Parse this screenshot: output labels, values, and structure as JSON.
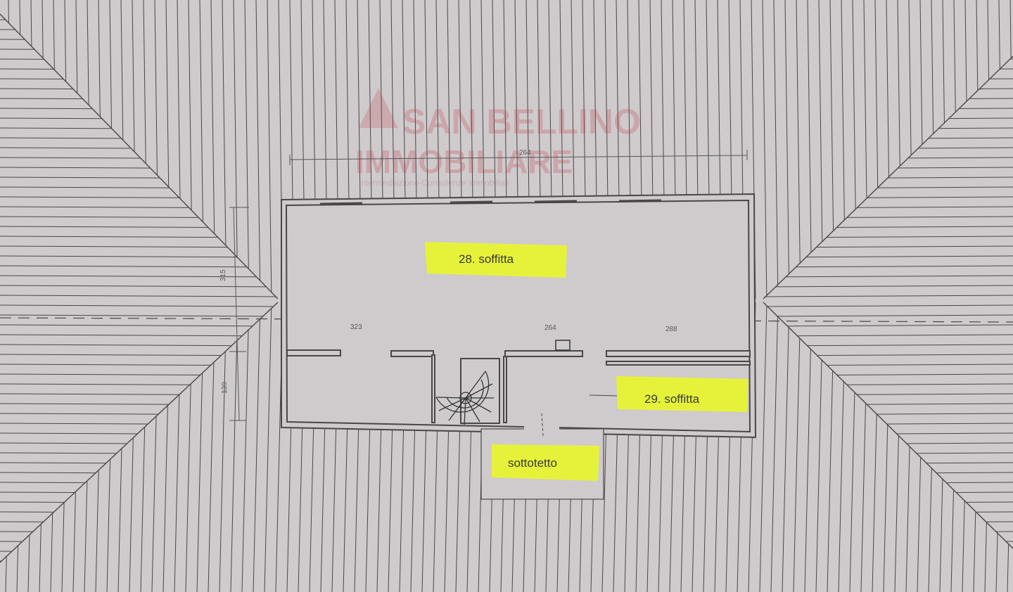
{
  "dimensions": {
    "top_width": "264",
    "left_height": "315",
    "left_lower": "139",
    "seg_left": "323",
    "seg_mid": "264",
    "seg_right": "288"
  },
  "rooms": {
    "soffitta_28": "28. soffitta",
    "soffitta_29": "29. soffitta",
    "sottotetto": "sottotetto"
  },
  "watermark": {
    "line1": "SAN BELLINO",
    "line2": "IMMOBILIARE",
    "line3": "Intermediazione-Consulenze Immobiliari"
  },
  "colors": {
    "paper": "#cfcbcd",
    "line": "#4a4648",
    "highlight": "#e6f23a",
    "watermark": "#be4650"
  }
}
